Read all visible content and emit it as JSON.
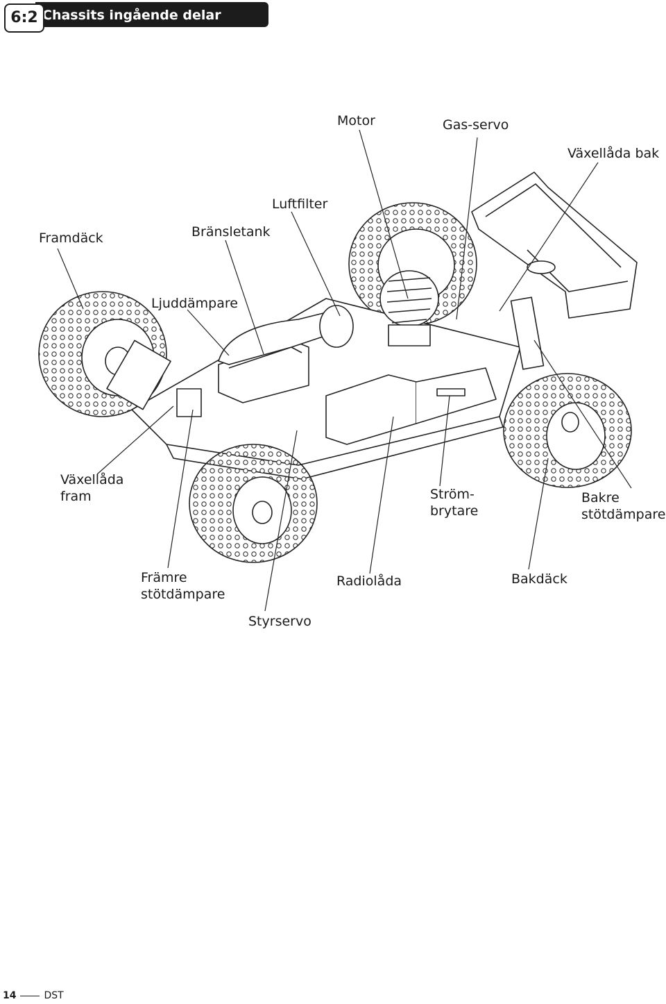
{
  "header": {
    "section_number": "6:2",
    "title": "Chassits ingående delar"
  },
  "labels": {
    "motor": "Motor",
    "gas_servo": "Gas-servo",
    "rear_gearbox": "Växellåda bak",
    "air_filter": "Luftfilter",
    "front_tire": "Framdäck",
    "fuel_tank": "Bränsletank",
    "muffler": "Ljuddämpare",
    "front_gearbox_1": "Växellåda",
    "front_gearbox_2": "fram",
    "switch_1": "Ström-",
    "switch_2": "brytare",
    "rear_shock_1": "Bakre",
    "rear_shock_2": "stötdämpare",
    "front_shock_1": "Främre",
    "front_shock_2": "stötdämpare",
    "radio_box": "Radiolåda",
    "rear_tire": "Bakdäck",
    "steering_servo": "Styrservo"
  },
  "footer": {
    "page_number": "14",
    "brand": "DST"
  }
}
